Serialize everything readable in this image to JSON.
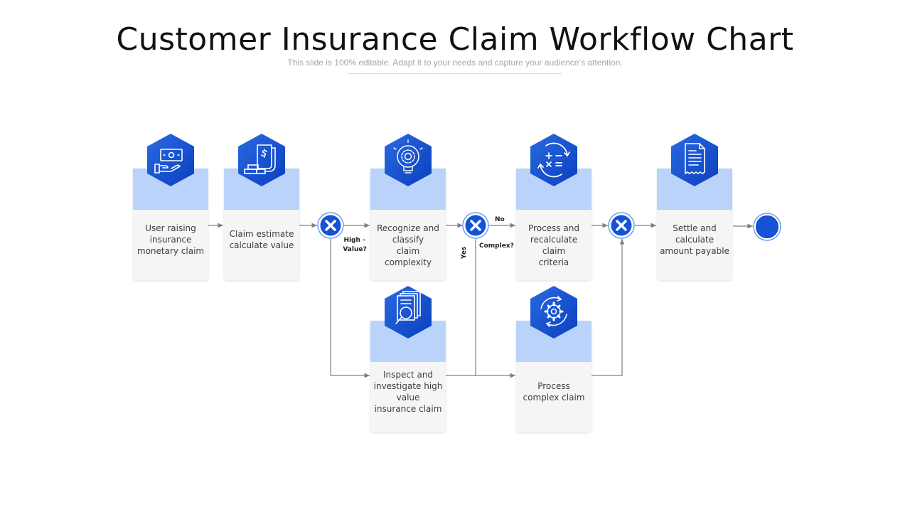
{
  "header": {
    "title": "Customer Insurance Claim Workflow Chart",
    "subtitle": "This slide is 100% editable. Adapt it to your needs and capture your audience’s attention."
  },
  "colors": {
    "hex_dark": "#0a3fbf",
    "hex_light": "#2a6ae0",
    "band": "#b9d3fb",
    "card": "#f5f5f6",
    "line": "#7f7f7f"
  },
  "steps": {
    "user_raise": "User raising\ninsurance\nmonetary claim",
    "claim_estimate": "Claim estimate\ncalculate value",
    "recognize": "Recognize and\nclassify\nclaim complexity",
    "process_recalc": "Process and\nrecalculate claim\ncriteria",
    "settle": "Settle and\ncalculate\namount payable",
    "inspect": "Inspect and\ninvestigate high\nvalue\ninsurance claim",
    "process_complex": "Process\ncomplex claim"
  },
  "decisions": {
    "high_value": "High –\nValue?",
    "complex": "Complex?",
    "no": "No",
    "yes": "Yes"
  },
  "icons": {
    "user_raise": "money-hand-icon",
    "claim_estimate": "receipt-coins-icon",
    "recognize": "gear-bulb-icon",
    "process_recalc": "calculator-cycle-icon",
    "settle": "document-icon",
    "inspect": "document-search-icon",
    "process_complex": "gear-cycle-icon"
  }
}
